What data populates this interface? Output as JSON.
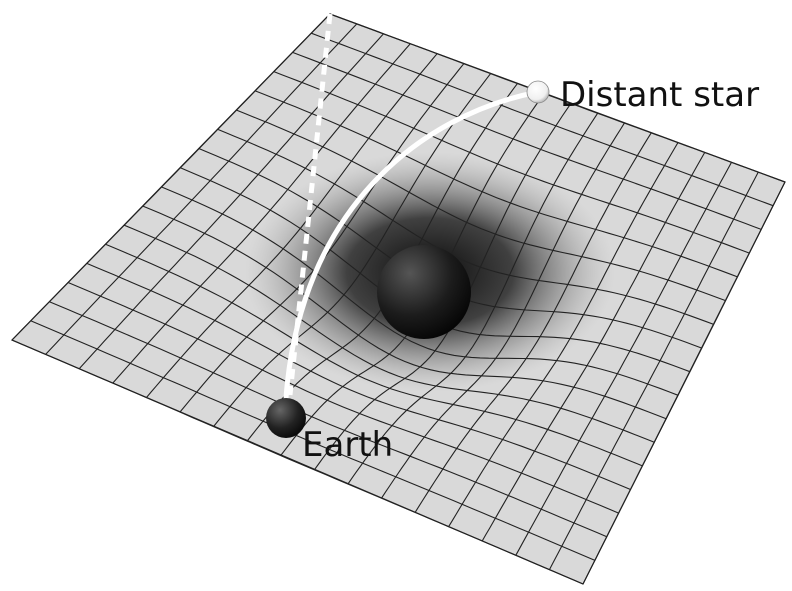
{
  "labels": {
    "star": "Distant star",
    "earth": "Earth"
  },
  "colors": {
    "background": "#ffffff",
    "sheet": "#d9d9d9",
    "grid_line": "#222222",
    "light_path": "#ffffff",
    "massive_body": "#1a1a1a"
  },
  "icons": {
    "star": "white-sphere",
    "earth": "dark-sphere",
    "mass": "large-dark-sphere"
  }
}
